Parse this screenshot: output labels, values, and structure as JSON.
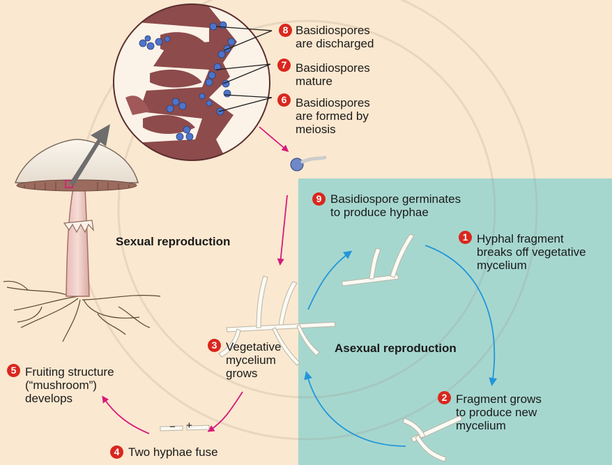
{
  "colors": {
    "background_cream": "#fbe8d0",
    "asexual_panel": "#a6d7cf",
    "step_badge": "#d9271e",
    "sexual_arrow": "#d6197c",
    "asexual_arrow": "#2196d9"
  },
  "regions": {
    "sexual": "Sexual reproduction",
    "asexual": "Asexual reproduction"
  },
  "steps": [
    {
      "number": "1",
      "text": "Hyphal fragment\nbreaks off vegetative\nmycelium"
    },
    {
      "number": "2",
      "text": "Fragment grows\nto produce new\nmycelium"
    },
    {
      "number": "3",
      "text": "Vegetative\nmycelium\ngrows"
    },
    {
      "number": "4",
      "text": "Two hyphae fuse"
    },
    {
      "number": "5",
      "text": "Fruiting structure\n(“mushroom”)\ndevelops"
    },
    {
      "number": "6",
      "text": "Basidiospores\nare formed by\nmeiosis"
    },
    {
      "number": "7",
      "text": "Basidiospores\nmature"
    },
    {
      "number": "8",
      "text": "Basidiospores\nare discharged"
    },
    {
      "number": "9",
      "text": "Basidiospore germinates\nto produce hyphae"
    }
  ],
  "mating_types": {
    "minus": "−",
    "plus": "+"
  }
}
